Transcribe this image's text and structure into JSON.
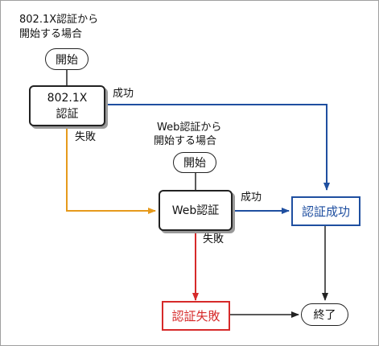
{
  "start_8021x": {
    "caption_line1": "802.1X認証から",
    "caption_line2": "開始する場合",
    "start_label": "開始"
  },
  "box_8021x": {
    "line1": "802.1X",
    "line2": "認証"
  },
  "start_web": {
    "caption_line1": "Web認証から",
    "caption_line2": "開始する場合",
    "start_label": "開始"
  },
  "box_web": {
    "label": "Web認証"
  },
  "edges": {
    "x8021_success": "成功",
    "x8021_fail": "失敗",
    "web_success": "成功",
    "web_fail": "失敗"
  },
  "results": {
    "auth_success": "認証成功",
    "auth_fail": "認証失敗",
    "end": "終了"
  },
  "colors": {
    "success_blue": "#1f4fa0",
    "fail_red": "#d62a2a",
    "fallback_orange": "#e69a1c",
    "line_black": "#222222"
  }
}
